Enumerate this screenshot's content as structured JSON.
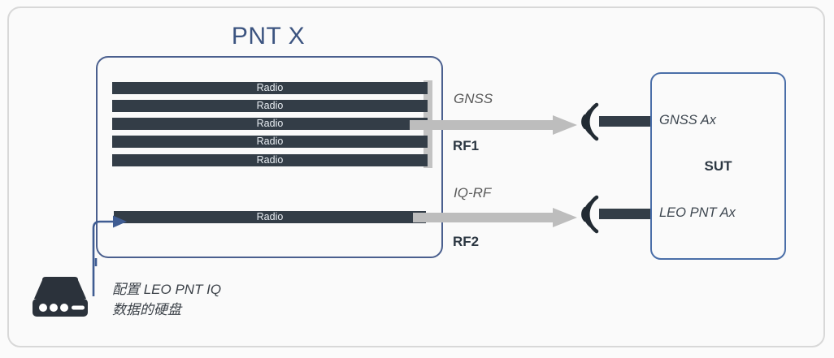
{
  "diagram": {
    "title": "PNT X",
    "radios": [
      {
        "label": "Radio"
      },
      {
        "label": "Radio"
      },
      {
        "label": "Radio"
      },
      {
        "label": "Radio"
      },
      {
        "label": "Radio"
      }
    ],
    "iq_radio": {
      "label": "Radio"
    },
    "links": [
      {
        "signal": "GNSS",
        "port": "RF1"
      },
      {
        "signal": "IQ-RF",
        "port": "RF2"
      }
    ],
    "sut": {
      "name": "SUT",
      "ports": [
        {
          "label": "GNSS Ax"
        },
        {
          "label": "LEO PNT Ax"
        }
      ]
    },
    "drive": {
      "caption_line1": "配置 LEO PNT IQ",
      "caption_line2": "数据的硬盘"
    },
    "icons": {
      "antenna_gnss": "antenna-icon",
      "antenna_leo": "antenna-icon",
      "hard_drive": "hard-drive-icon",
      "arrow_rf1": "arrow-right-icon",
      "arrow_rf2": "arrow-right-icon"
    },
    "colors": {
      "enclosure_border": "#4a5f8e",
      "sut_border": "#4a6ea8",
      "radio_bar": "#333d47",
      "bus": "#c3c3c3",
      "arrow": "#bdbdbd",
      "title": "#3c5480",
      "connector": "#3f5c92",
      "background": "#fafafa"
    }
  }
}
